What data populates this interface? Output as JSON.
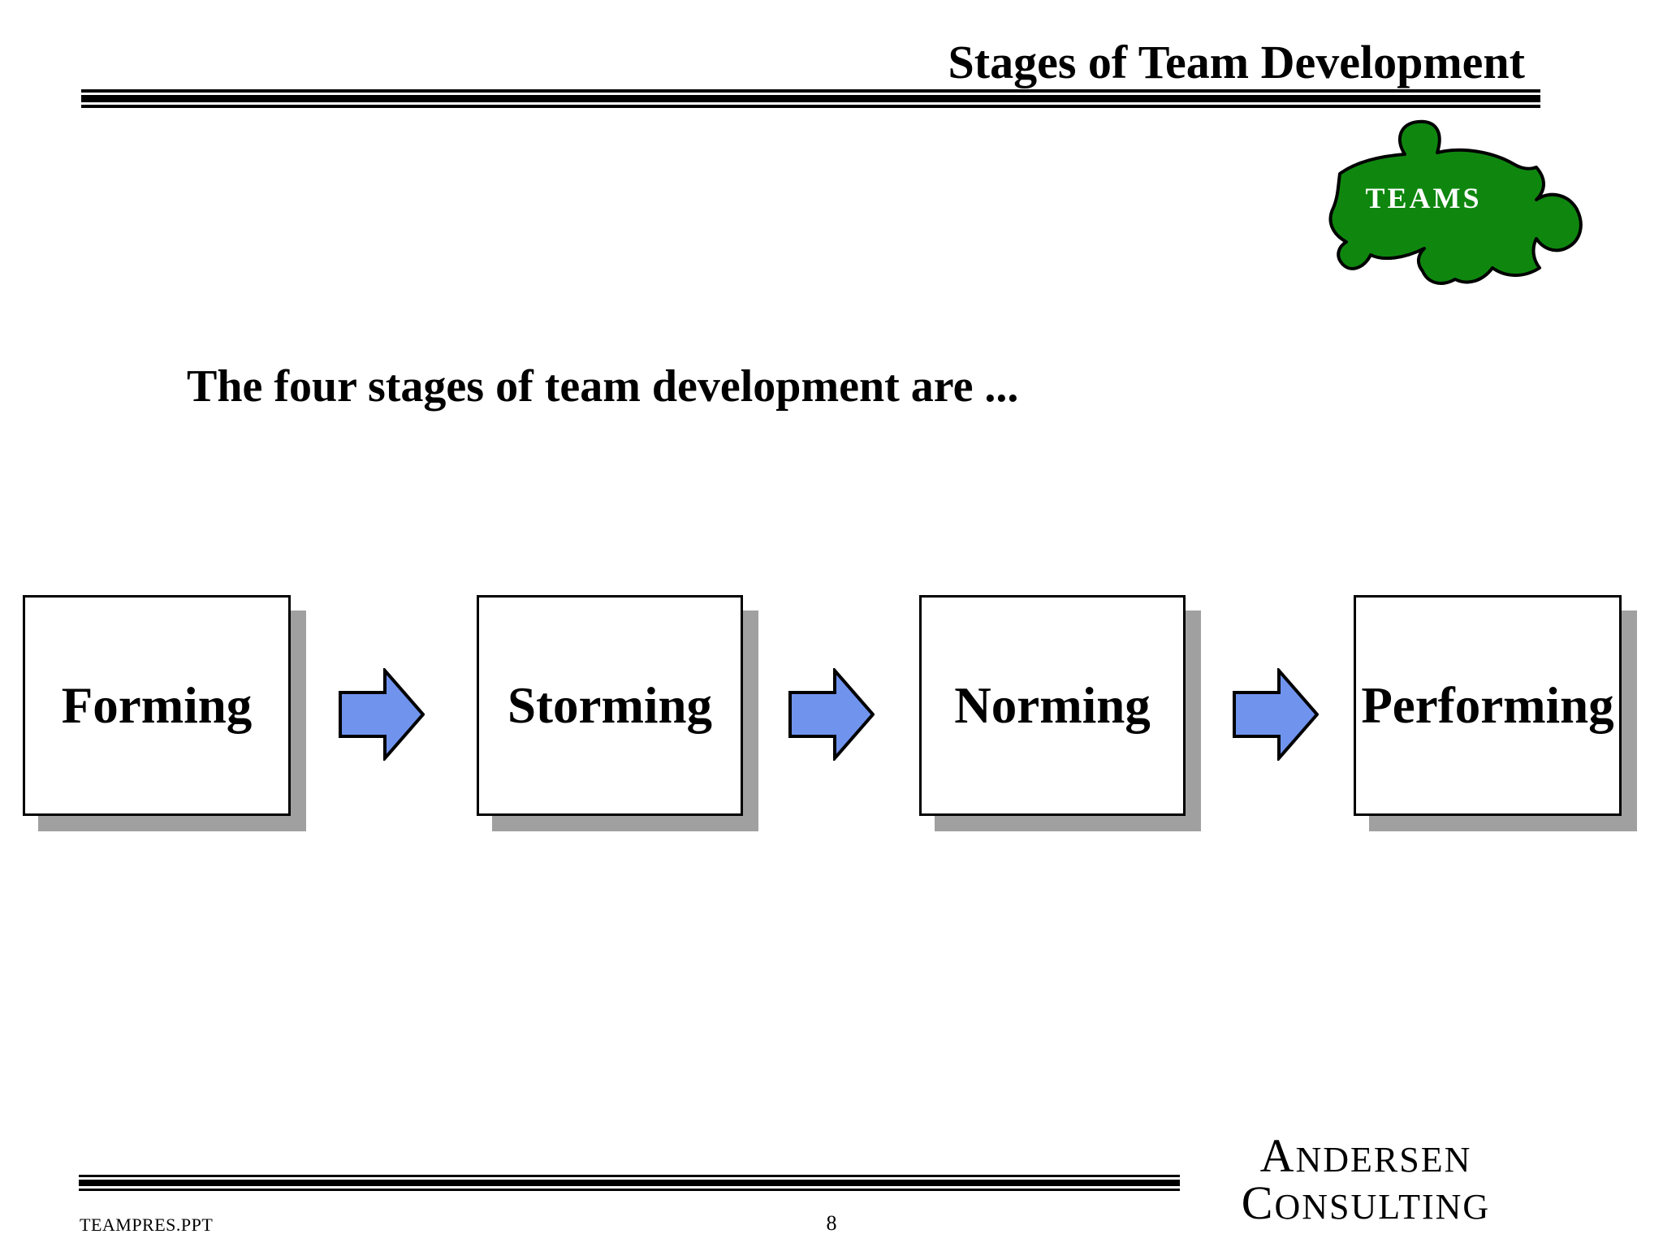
{
  "slide": {
    "title": "Stages of Team Development",
    "statement": "The four stages of team development are ...",
    "puzzle": {
      "label": "TEAMS",
      "color": "#0f870f"
    },
    "stages": [
      {
        "label": "Forming"
      },
      {
        "label": "Storming"
      },
      {
        "label": "Norming"
      },
      {
        "label": "Performing"
      }
    ],
    "footer": {
      "filename": "TEAMPRES.PPT",
      "page_number": "8",
      "logo": {
        "line1": "ANDERSEN",
        "line2": "CONSULTING"
      }
    },
    "colors": {
      "arrow_blue": "#7094ee",
      "shadow_gray": "#a0a0a0"
    }
  }
}
